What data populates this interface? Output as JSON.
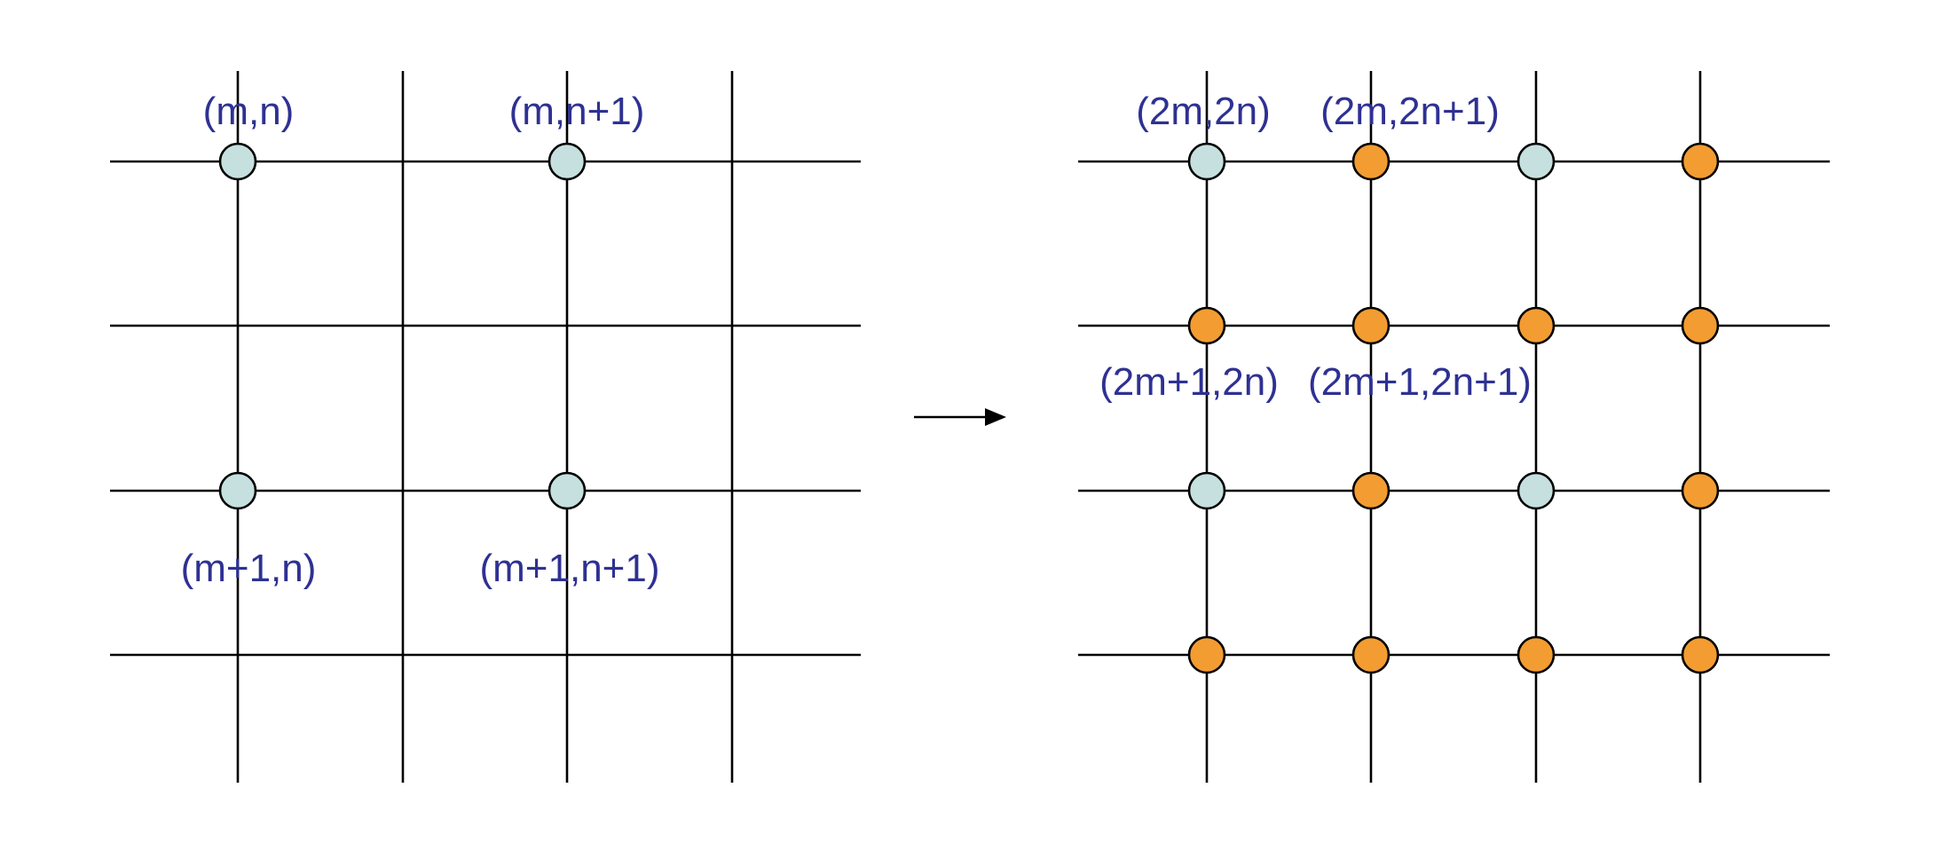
{
  "colors": {
    "line": "#000000",
    "original_node": "#c5e0df",
    "interpolated_node": "#f39c32",
    "label": "#2e3192"
  },
  "left_grid": {
    "labels": {
      "top_left": "(m,n)",
      "top_right": "(m,n+1)",
      "bottom_left": "(m+1,n)",
      "bottom_right": "(m+1,n+1)"
    }
  },
  "right_grid": {
    "labels": {
      "top_left": "(2m,2n)",
      "top_right": "(2m,2n+1)",
      "bottom_left": "(2m+1,2n)",
      "bottom_right": "(2m+1,2n+1)"
    },
    "node_types": [
      [
        "original",
        "interpolated",
        "original",
        "interpolated"
      ],
      [
        "interpolated",
        "interpolated",
        "interpolated",
        "interpolated"
      ],
      [
        "original",
        "interpolated",
        "original",
        "interpolated"
      ],
      [
        "interpolated",
        "interpolated",
        "interpolated",
        "interpolated"
      ]
    ]
  }
}
